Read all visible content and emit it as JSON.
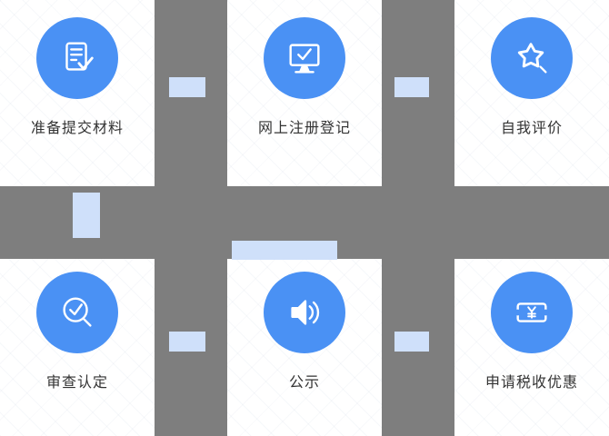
{
  "palette": {
    "background": "#7e7e7e",
    "card": "#ffffff",
    "accent_blue": "#4a91f4",
    "connector_blue": "#cfe0fa",
    "label_color": "#333333",
    "icon_color": "#ffffff"
  },
  "steps": [
    {
      "label": "准备提交材料",
      "icon": "document-check-icon"
    },
    {
      "label": "网上注册登记",
      "icon": "monitor-check-icon"
    },
    {
      "label": "自我评价",
      "icon": "star-seal-icon"
    },
    {
      "label": "审查认定",
      "icon": "magnifier-check-icon"
    },
    {
      "label": "公示",
      "icon": "speaker-icon"
    },
    {
      "label": "申请税收优惠",
      "icon": "ticket-yuan-icon"
    }
  ]
}
